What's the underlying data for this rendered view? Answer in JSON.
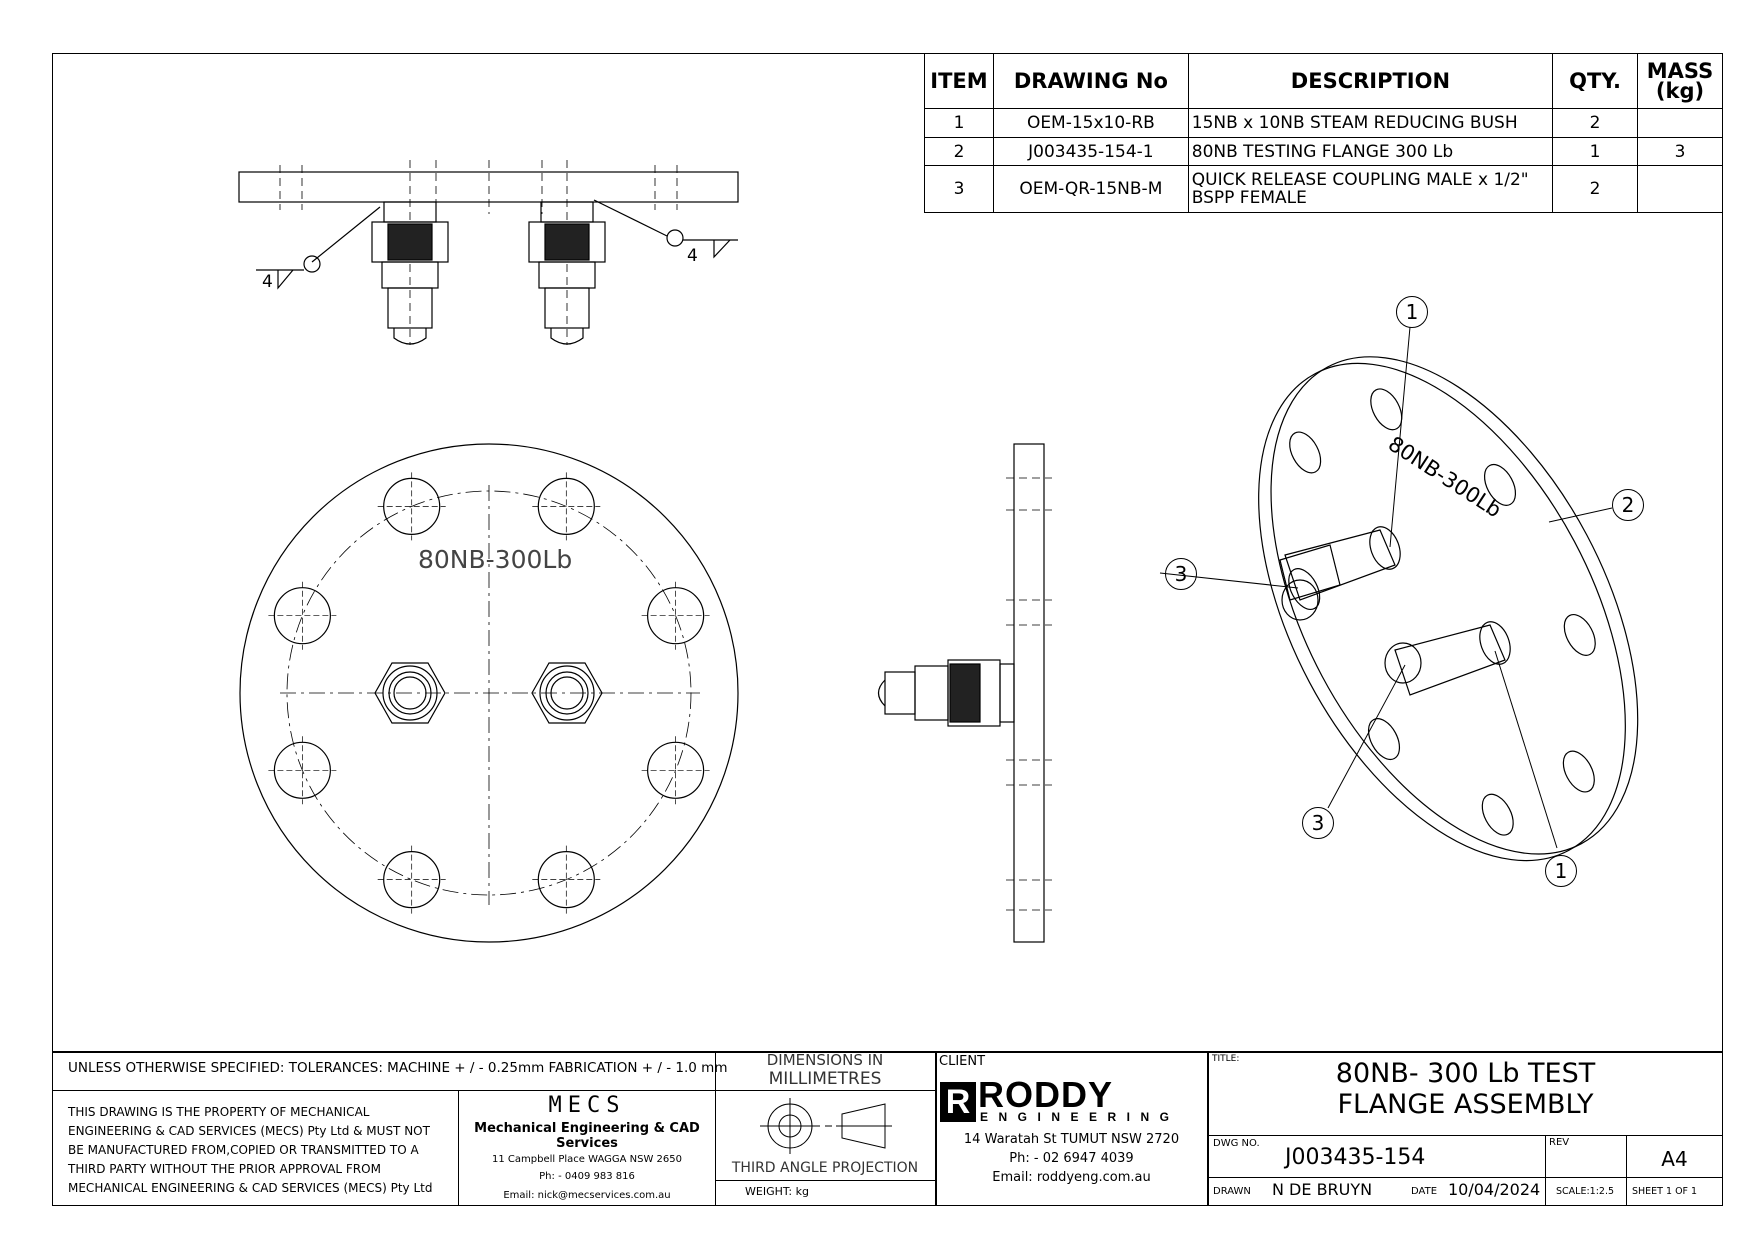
{
  "bom": {
    "headers": {
      "item": "ITEM",
      "drawing_no": "DRAWING No",
      "description": "DESCRIPTION",
      "qty": "QTY.",
      "mass": "MASS (kg)"
    },
    "rows": [
      {
        "item": "1",
        "drawing_no": "OEM-15x10-RB",
        "description": "15NB x 10NB STEAM REDUCING BUSH",
        "qty": "2",
        "mass": ""
      },
      {
        "item": "2",
        "drawing_no": "J003435-154-1",
        "description": "80NB TESTING FLANGE 300 Lb",
        "qty": "1",
        "mass": "3"
      },
      {
        "item": "3",
        "drawing_no": "OEM-QR-15NB-M",
        "description": "QUICK RELEASE COUPLING MALE x 1/2\" BSPP FEMALE",
        "qty": "2",
        "mass": ""
      }
    ]
  },
  "views": {
    "engraving": "80NB-300Lb",
    "weld_size_left": "4",
    "weld_size_right": "4",
    "balloons": [
      "1",
      "2",
      "3",
      "3",
      "1"
    ]
  },
  "title_block": {
    "tolerances": "UNLESS OTHERWISE SPECIFIED: TOLERANCES: MACHINE + / - 0.25mm  FABRICATION + / - 1.0 mm",
    "dimensions_line1": "DIMENSIONS IN",
    "dimensions_line2": "MILLIMETRES",
    "property_notice": [
      "THIS DRAWING IS THE PROPERTY OF MECHANICAL",
      "ENGINEERING & CAD SERVICES (MECS) Pty Ltd & MUST NOT",
      "BE MANUFACTURED FROM,COPIED OR TRANSMITTED TO A",
      "THIRD PARTY WITHOUT THE PRIOR APPROVAL FROM",
      "MECHANICAL ENGINEERING & CAD SERVICES (MECS) Pty Ltd"
    ],
    "mecs": {
      "logo": "MECS",
      "name": "Mechanical Engineering & CAD Services",
      "address": "11 Campbell Place WAGGA NSW 2650",
      "phone": "Ph: - 0409 983 816",
      "email": "Email: nick@mecservices.com.au"
    },
    "projection": "THIRD ANGLE PROJECTION",
    "weight": "WEIGHT: kg",
    "client_label": "CLIENT",
    "client": {
      "logo_main": "RODDY",
      "logo_sub": "ENGINEERING",
      "address": "14 Waratah St TUMUT NSW 2720",
      "phone": "Ph: - 02 6947 4039",
      "email": "Email: roddyeng.com.au"
    },
    "title_label": "TITLE:",
    "title_line1": "80NB- 300 Lb TEST",
    "title_line2": "FLANGE ASSEMBLY",
    "dwg_no_label": "DWG NO.",
    "dwg_no": "J003435-154",
    "rev_label": "REV",
    "rev": "",
    "size": "A4",
    "drawn_label": "DRAWN",
    "drawn": "N DE BRUYN",
    "date_label": "DATE",
    "date": "10/04/2024",
    "scale": "SCALE:1:2.5",
    "sheet": "SHEET 1 OF 1"
  }
}
